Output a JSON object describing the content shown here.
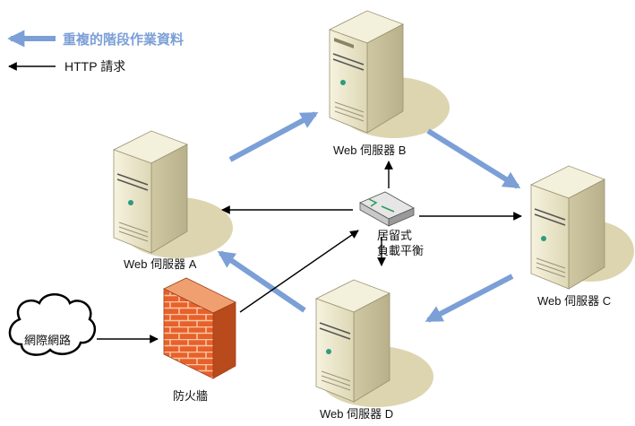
{
  "legend": {
    "replication_label": "重複的階段作業資料",
    "http_label": "HTTP 請求"
  },
  "nodes": {
    "server_a": "Web 伺服器 A",
    "server_b": "Web 伺服器 B",
    "server_c": "Web 伺服器 C",
    "server_d": "Web 伺服器 D",
    "load_balancer_line1": "居留式",
    "load_balancer_line2": "負載平衡",
    "firewall": "防火牆",
    "internet": "網際網路"
  },
  "colors": {
    "replication_arrow": "#7b9fd6",
    "http_arrow": "#000000",
    "server_body": "#e9e4c6",
    "server_shadow": "#ddd5b0",
    "firewall_brick": "#e8602a"
  },
  "icons": [
    "server-icon",
    "firewall-icon",
    "cloud-icon",
    "load-balancer-icon"
  ]
}
